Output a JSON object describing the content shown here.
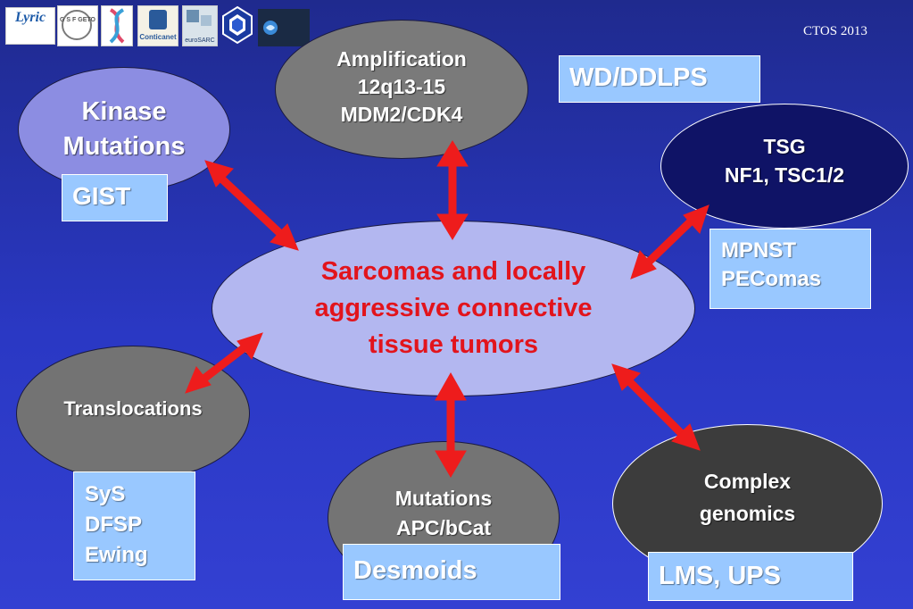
{
  "header": {
    "event": "CTOS 2013"
  },
  "logos": [
    {
      "name": "lyric-logo",
      "text": "Lyric"
    },
    {
      "name": "gsf-geto-logo",
      "text": "G S F GETO"
    },
    {
      "name": "dna-logo",
      "text": ""
    },
    {
      "name": "conticanet-logo",
      "text": "Conticanet"
    },
    {
      "name": "eurosarc-logo",
      "text": "euroSARC"
    },
    {
      "name": "cube-logo",
      "text": ""
    },
    {
      "name": "dark-logo",
      "text": ""
    }
  ],
  "center": {
    "lines": [
      "Sarcomas and locally",
      "aggressive connective",
      "tissue tumors"
    ]
  },
  "nodes": {
    "kinase": {
      "lines": [
        "Kinase",
        "Mutations"
      ],
      "box": [
        "GIST"
      ]
    },
    "amplification": {
      "lines": [
        "Amplification",
        "12q13-15",
        "MDM2/CDK4"
      ],
      "box": [
        "WD/DDLPS"
      ]
    },
    "tsg": {
      "lines": [
        "TSG",
        "NF1, TSC1/2"
      ],
      "box": [
        "MPNST",
        "PEComas"
      ]
    },
    "translocations": {
      "lines": [
        "Translocations"
      ],
      "box": [
        "SyS",
        "DFSP",
        "Ewing"
      ]
    },
    "mutations": {
      "lines": [
        "Mutations",
        "APC/bCat"
      ],
      "box": [
        "Desmoids"
      ]
    },
    "complex": {
      "lines": [
        "Complex",
        "genomics"
      ],
      "box": [
        "LMS, UPS"
      ]
    }
  },
  "colors": {
    "background_top": "#1f2a8e",
    "background_bottom": "#3340d2",
    "center_fill": "#b3b7f0",
    "center_text": "#e2141c",
    "arrow": "#ee1c1c",
    "box_fill": "#99c8ff"
  }
}
